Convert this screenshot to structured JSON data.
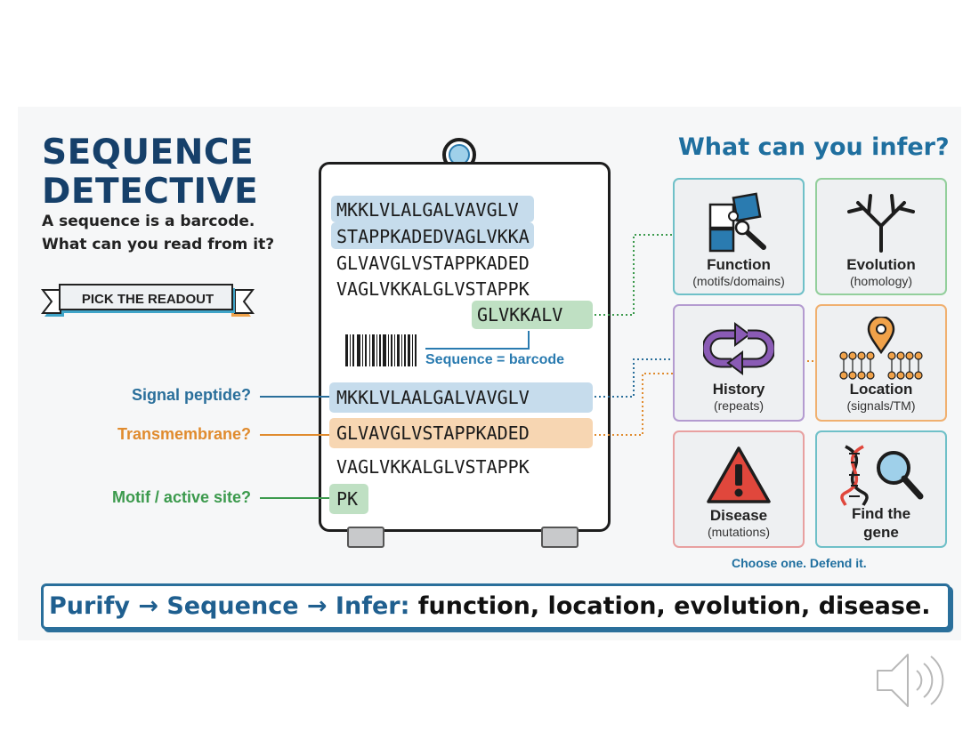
{
  "title_lines": [
    "SEQUENCE",
    "DETECTIVE"
  ],
  "subtitle_lines": [
    "A sequence is a barcode.",
    "What can you read from it?"
  ],
  "banner_label": "PICK THE READOUT",
  "sequence_lines": [
    "MKKLVLALGALVAVGLV",
    "STAPPKADEDVAGLVKKA",
    "GLVAVGLVSTAPPKADED",
    "VAGLVKKALGLVSTAPPK",
    "GLVKKALV"
  ],
  "barcode_label": "Sequence = barcode",
  "probe_lines": [
    "MKKLVLAALGALVAVGLV",
    "GLVAVGLVSTAPPKADED",
    "VAGLVKKALGLVSTAPPK",
    "PK"
  ],
  "left_labels": [
    "Signal peptide?",
    "Transmembrane?",
    "Motif / active site?"
  ],
  "infer_title": "What can you infer?",
  "cards": [
    {
      "title": "Function",
      "sub": "(motifs/domains)",
      "icon": "puzzle-wrench-icon"
    },
    {
      "title": "Evolution",
      "sub": "(homology)",
      "icon": "tree-icon"
    },
    {
      "title": "History",
      "sub": "(repeats)",
      "icon": "cycle-arrows-icon"
    },
    {
      "title": "Location",
      "sub": "(signals/TM)",
      "icon": "membrane-pin-icon"
    },
    {
      "title": "Disease",
      "sub": "(mutations)",
      "icon": "warning-icon"
    },
    {
      "title": "Find the",
      "sub": "gene",
      "icon": "dna-magnifier-icon"
    }
  ],
  "choose_text": "Choose one. Defend it.",
  "bottom_blue": "Purify → Sequence → Infer:",
  "bottom_black": " function, location, evolution, disease.",
  "colors": {
    "navy": "#16406a",
    "blue": "#2a6f9b",
    "orange": "#e08b2e",
    "green": "#3c9a4d"
  }
}
